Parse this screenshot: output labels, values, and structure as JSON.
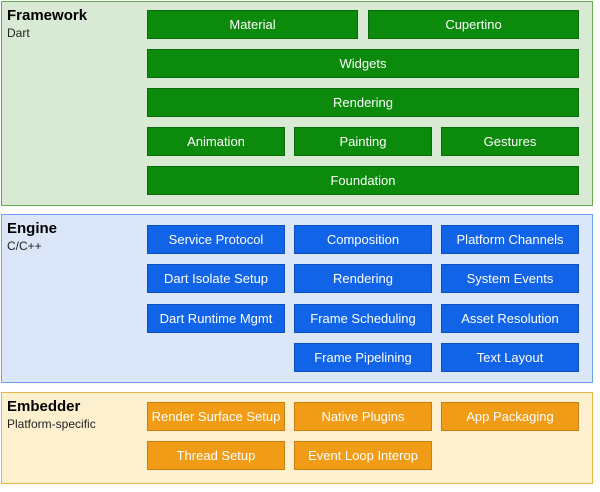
{
  "framework": {
    "title": "Framework",
    "subtitle": "Dart",
    "blocks": [
      "Material",
      "Cupertino",
      "Widgets",
      "Rendering",
      "Animation",
      "Painting",
      "Gestures",
      "Foundation"
    ]
  },
  "engine": {
    "title": "Engine",
    "subtitle": "C/C++",
    "blocks": [
      "Service Protocol",
      "Composition",
      "Platform Channels",
      "Dart Isolate Setup",
      "Rendering",
      "System Events",
      "Dart Runtime Mgmt",
      "Frame Scheduling",
      "Asset Resolution",
      "Frame Pipelining",
      "Text Layout"
    ]
  },
  "embedder": {
    "title": "Embedder",
    "subtitle": "Platform-specific",
    "blocks": [
      "Render Surface Setup",
      "Native Plugins",
      "App Packaging",
      "Thread Setup",
      "Event Loop Interop"
    ]
  },
  "colors": {
    "framework_block": "#0c8a0c",
    "engine_block": "#1163e8",
    "embedder_block": "#f09c17"
  }
}
